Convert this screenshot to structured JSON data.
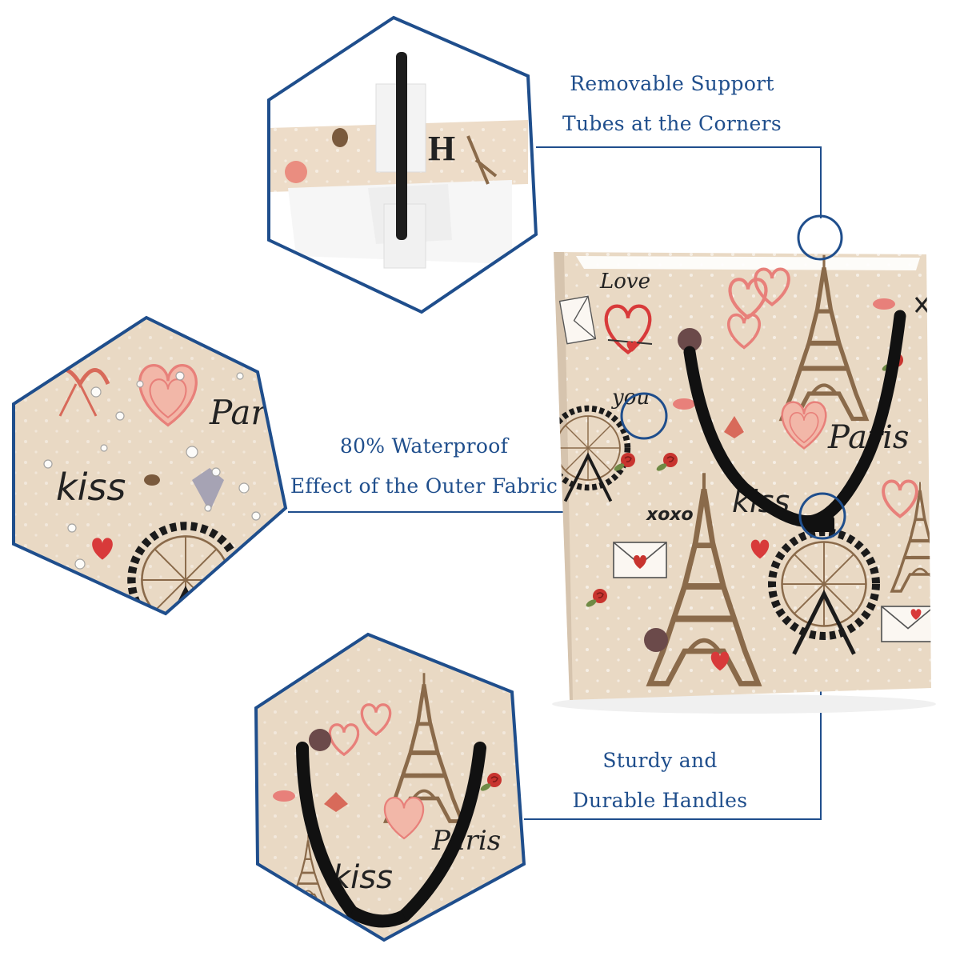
{
  "colors": {
    "accent": "#1f4e8c",
    "fabric": "#e9d9c4",
    "eiffel": "#8a6a4a",
    "heart_red": "#d83a3a",
    "heart_pink": "#e8807a",
    "handle": "#111111"
  },
  "callouts": {
    "support_tubes": {
      "line1": "Removable Support",
      "line2": "Tubes at the Corners"
    },
    "waterproof": {
      "line1": "80% Waterproof",
      "line2": "Effect of the Outer Fabric"
    },
    "handles": {
      "line1": "Sturdy and",
      "line2": "Durable Handles"
    }
  },
  "pattern_words": {
    "kiss": "kiss",
    "paris": "Paris",
    "love": "Love",
    "you": "you",
    "xoxo": "xoxo"
  }
}
